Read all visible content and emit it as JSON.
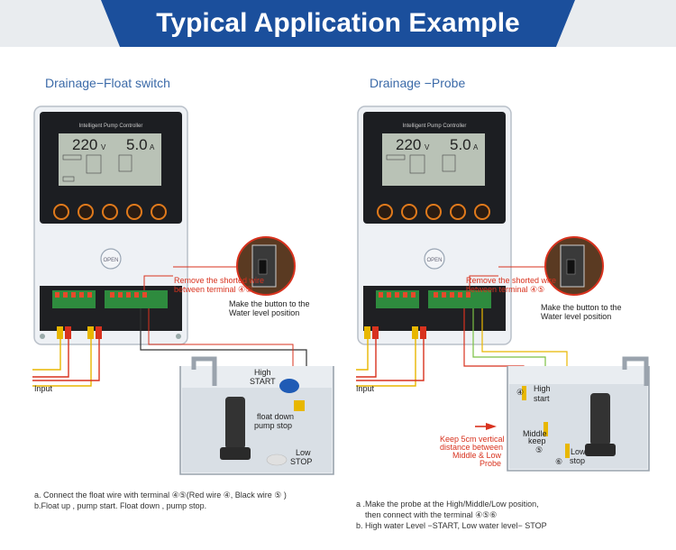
{
  "header": {
    "title": "Typical Application Example"
  },
  "left": {
    "subtitle": "Drainage−Float switch",
    "controller_title": "Intelligent Pump Controller",
    "voltage": "220",
    "voltage_unit": "V",
    "current": "5.0",
    "current_unit": "A",
    "open_label": "OPEN",
    "remove_label_1": "Remove the shorted wire",
    "remove_label_2": "between terminal ④⑤",
    "button_label_1": "Make the button to the",
    "button_label_2": "Water level position",
    "input_label": "Input",
    "high_label": "High",
    "start_label": "START",
    "float_down_label": "float down",
    "pump_stop_label": "pump stop",
    "low_label": "Low",
    "stop_label": "STOP",
    "note_a": "a. Connect the float wire with terminal ④⑤(Red wire ④, Black wire ⑤ )",
    "note_b": "b.Float  up , pump start. Float down , pump stop."
  },
  "right": {
    "subtitle": "Drainage −Probe",
    "controller_title": "Intelligent Pump Controller",
    "voltage": "220",
    "voltage_unit": "V",
    "current": "5.0",
    "current_unit": "A",
    "open_label": "OPEN",
    "remove_label_1": "Remove the shorted wire",
    "remove_label_2": "between terminal ④⑤",
    "button_label_1": "Make the button to the",
    "button_label_2": "Water level position",
    "input_label": "Input",
    "high_label": "High",
    "start_label": "start",
    "middle_label": "Middle",
    "keep_label": "keep",
    "low_label": "Low",
    "stop_label": "stop",
    "num4": "④",
    "num5": "⑤",
    "num6": "⑥",
    "keep_note_1": "Keep 5cm vertical",
    "keep_note_2": "distance between",
    "keep_note_3": "Middle & Low",
    "keep_note_4": "Probe",
    "note_a1": "a .Make the probe at the High/Middle/Low position,",
    "note_a2": "then connect with the terminal ④⑤⑥",
    "note_b": "b. High water Level −START, Low water level− STOP"
  },
  "colors": {
    "banner": "#1b4f9c",
    "accent_red": "#d8321e",
    "yellow": "#e8b700",
    "wire_green": "#7bc043"
  }
}
